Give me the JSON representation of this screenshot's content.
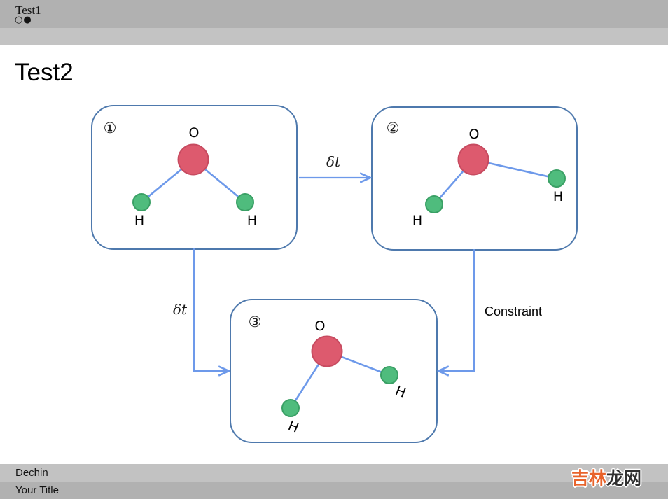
{
  "header": {
    "section_title": "Test1",
    "nav_dot_inactive": "○",
    "nav_dot_active": "●"
  },
  "slide": {
    "title": "Test2"
  },
  "diagram": {
    "boxes": [
      {
        "number": "①",
        "oxygen_label": "O",
        "hydrogen1_label": "H",
        "hydrogen2_label": "H"
      },
      {
        "number": "②",
        "oxygen_label": "O",
        "hydrogen1_label": "H",
        "hydrogen2_label": "H"
      },
      {
        "number": "③",
        "oxygen_label": "O",
        "hydrogen1_label": "H",
        "hydrogen2_label": "H"
      }
    ],
    "arrow_labels": {
      "box1_to_box2": "δt",
      "box1_to_box3": "δt",
      "box2_to_box3": "Constraint"
    }
  },
  "footer": {
    "author": "Dechin",
    "short_title": "Your Title"
  },
  "watermark": {
    "prefix": "吉林",
    "suffix": "龙网"
  },
  "colors": {
    "header_bar1": "#b1b1b1",
    "header_bar2": "#c3c3c3",
    "footer_bar1": "#c2c2c2",
    "footer_bar2": "#b1b1b1",
    "box_border": "#4e79ad",
    "line_blue": "#6d99ea",
    "oxygen_fill": "#dd5a6e",
    "oxygen_stroke": "#c74b60",
    "hydrogen_fill": "#4fbc7d",
    "hydrogen_stroke": "#3aa065",
    "watermark_orange": "#e8632b",
    "watermark_dark": "#303030"
  }
}
